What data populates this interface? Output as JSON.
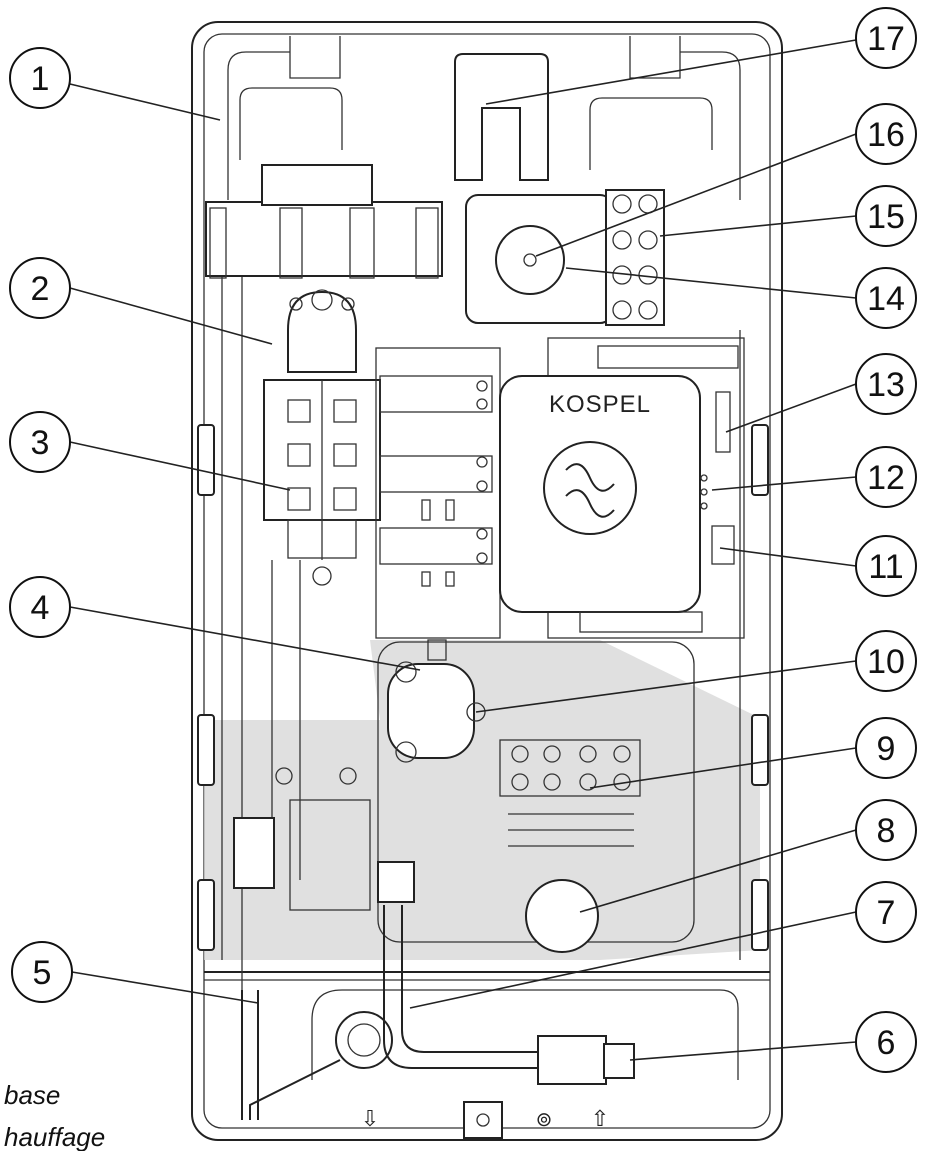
{
  "brand": "KOSPEL",
  "caption_lines": [
    "base",
    "hauffage"
  ],
  "arrows": {
    "left": "⇩",
    "right": "⇧",
    "bolt": "⊚"
  },
  "callouts": [
    {
      "label": "1"
    },
    {
      "label": "2"
    },
    {
      "label": "3"
    },
    {
      "label": "4"
    },
    {
      "label": "5"
    },
    {
      "label": "6"
    },
    {
      "label": "7"
    },
    {
      "label": "8"
    },
    {
      "label": "9"
    },
    {
      "label": "10"
    },
    {
      "label": "11"
    },
    {
      "label": "12"
    },
    {
      "label": "13"
    },
    {
      "label": "14"
    },
    {
      "label": "15"
    },
    {
      "label": "16"
    },
    {
      "label": "17"
    }
  ]
}
